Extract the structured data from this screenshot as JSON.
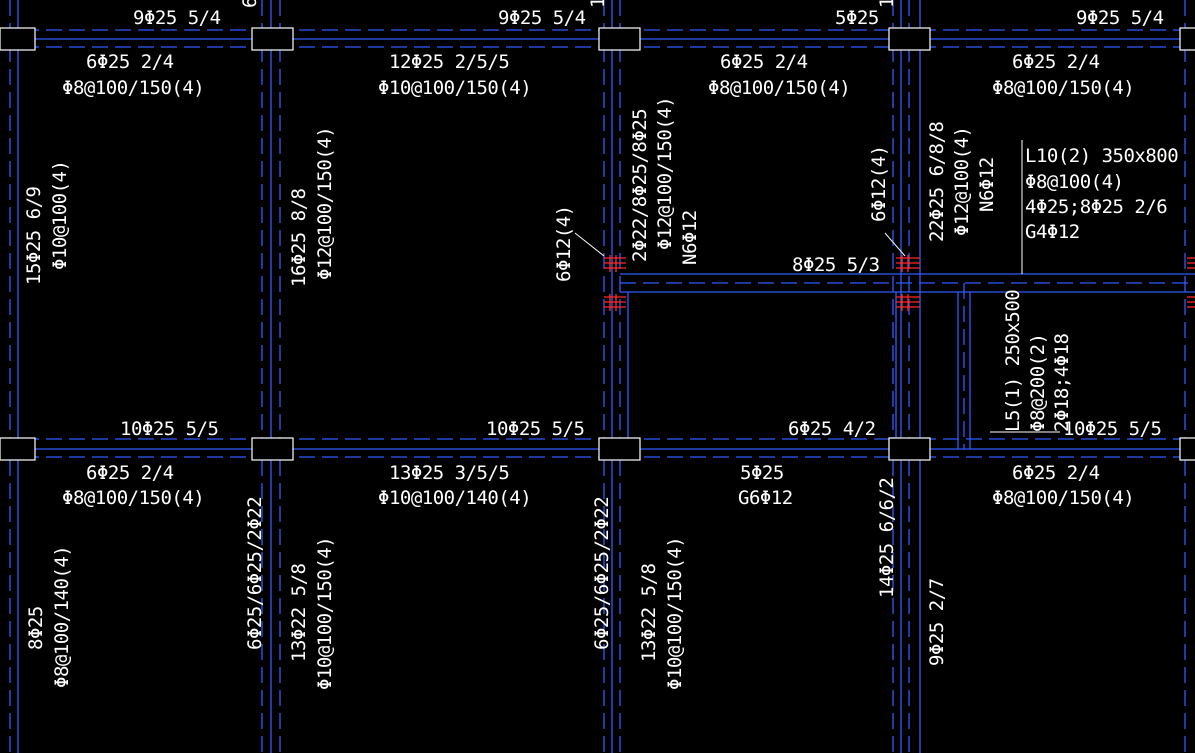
{
  "colors": {
    "background": "#000000",
    "beam_line": "#2f5bff",
    "annotation_text": "#ffffff",
    "column_outline": "#ffffff",
    "stirrup_marks": "#ff2a2a"
  },
  "annotations": {
    "top_row": {
      "t1": "9Φ25 5/4",
      "t2": "9Φ25 5/4",
      "t3": "5Φ25",
      "t4": "9Φ25 5/4",
      "frag1": "6",
      "frag2": "1",
      "frag3": "1"
    },
    "beam_row1": {
      "a1": "6Φ25 2/4",
      "a2": "Φ8@100/150(4)",
      "b1": "12Φ25 2/5/5",
      "b2": "Φ10@100/150(4)",
      "c1": "6Φ25 2/4",
      "c2": "Φ8@100/150(4)",
      "d1": "6Φ25 2/4",
      "d2": "Φ8@100/150(4)"
    },
    "vertical_upper": {
      "v1": "15Φ25 6/9",
      "v2": "Φ10@100(4)",
      "v3": "16Φ25 8/8",
      "v4": "Φ12@100/150(4)",
      "v5": "6Φ12(4)",
      "v6": "2Φ22/8Φ25/8Φ25",
      "v7": "Φ12@100/150(4)",
      "v8": "N6Φ12",
      "v9": "6Φ12(4)",
      "v10": "22Φ25 6/8/8",
      "v11": "Φ12@100(4)",
      "v12": "N6Φ12"
    },
    "l10": {
      "l1": "L10(2) 350x800",
      "l2": "Φ8@100(4)",
      "l3": "4Φ25;8Φ25 2/6",
      "l4": "G4Φ12"
    },
    "mid": {
      "m1": "8Φ25 5/3",
      "l5a": "L5(1) 250x500",
      "l5b": "Φ8@200(2)",
      "l5c": "2Φ18;4Φ18"
    },
    "row2_top": {
      "r1": "10Φ25 5/5",
      "r2": "10Φ25 5/5",
      "r3": "6Φ25 4/2",
      "r4": "10Φ25 5/5"
    },
    "row2_bottom": {
      "s1": "6Φ25 2/4",
      "s2": "Φ8@100/150(4)",
      "s3": "13Φ25 3/5/5",
      "s4": "Φ10@100/140(4)",
      "s5": "5Φ25",
      "s6": "G6Φ12",
      "s7": "6Φ25 2/4",
      "s8": "Φ8@100/150(4)"
    },
    "vertical_lower": {
      "w1": "8Φ25",
      "w2": "Φ8@100/140(4)",
      "w3": "6Φ25/6Φ25/2Φ22",
      "w4": "13Φ22 5/8",
      "w5": "Φ10@100/150(4)",
      "w6": "6Φ25/6Φ25/2Φ22",
      "w7": "13Φ22 5/8",
      "w8": "Φ10@100/150(4)",
      "w9": "14Φ25 6/6/2",
      "w10": "9Φ25 2/7"
    }
  }
}
